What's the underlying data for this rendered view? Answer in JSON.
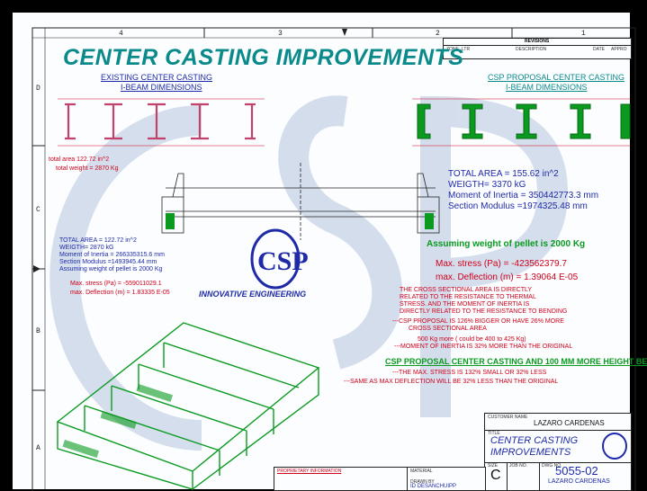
{
  "title": "CENTER CASTING IMPROVEMENTS",
  "zones": {
    "cols": [
      "4",
      "3",
      "2",
      "1"
    ],
    "rows": [
      "D",
      "C",
      "B",
      "A"
    ]
  },
  "revisions": {
    "header": "REVISIONS",
    "cols": [
      "ZONE",
      "LTR",
      "DESCRIPTION",
      "DATE",
      "APPRO"
    ]
  },
  "existing": {
    "heading1": "EXISTING CENTER CASTING",
    "heading2": "I-BEAM DIMENSIONS",
    "total_area_note": "total area 122.72 in^2",
    "total_weight_note": "total weight = 2870 Kg",
    "props": [
      "TOTAL AREA = 122.72 in^2",
      "WEIGTH= 2870 kG",
      "Moment of Inertia = 266335315.6 mm",
      "Section Modulus =1493945.44 mm",
      "Assuming weight of pellet is 2000 Kg"
    ],
    "stress": "Max. stress (Pa) = -559011029.1",
    "deflection": "max. Deflection (m) = 1.83335 E-05"
  },
  "proposal": {
    "heading1": "CSP PROPOSAL CENTER CASTING",
    "heading2": "I-BEAM DIMENSIONS",
    "total_area": "TOTAL AREA = 155.62 in^2",
    "weight": "WEIGTH= 3370 kG",
    "moment": "Moment of Inertia = 350442773.3 mm",
    "modulus": "Section Modulus =1974325.48 mm",
    "pellet": "Assuming weight of pellet is 2000 Kg",
    "stress": "Max. stress (Pa) = -423562379.7",
    "deflection": "max. Deflection (m) = 1.39064 E-05"
  },
  "notes": [
    "THE CROSS SECTIONAL AREA IS DIRECTLY",
    "RELATED TO THE RESISTANCE TO THERMAL",
    "STRESS.  AND THE MOMENT OF INERTIA IS",
    "DIRECTLY RELATED TO THE RESISTANCE TO BENDING",
    "---CSP PROPOSAL IS 126% BIGGER OR HAVE 26% MORE",
    "CROSS SECTIONAL AREA",
    "500 Kg more ( could be 400 to 425 Kg)",
    "---MOMENT OF INERTIA IS 32% MORE THAN THE ORIGINAL"
  ],
  "proposal_height": {
    "heading": "CSP PROPOSAL CENTER CASTING AND 100 MM MORE HEIGHT BE",
    "lines": [
      "---THE MAX. STRESS IS 132% SMALL OR 32% LESS",
      "---SAME AS MAX DEFLECTION WILL BE 32% LESS THAN THE ORIGINAL"
    ]
  },
  "logo": {
    "letters": "CSP",
    "tagline": "INNOVATIVE ENGINEERING"
  },
  "title_block": {
    "customer_caption": "CUSTOMER NAME",
    "customer": "LAZARO CARDENAS",
    "title_caption": "TITLE",
    "title_line1": "CENTER CASTING",
    "title_line2": "IMPROVEMENTS",
    "size_caption": "SIZE",
    "size": "C",
    "job_caption": "JOB NO.",
    "dwg_caption": "DWG NO.",
    "dwg_no": "5055-02",
    "dwg_sub": "LAZARO CARDENAS",
    "material_caption": "MATERIAL",
    "drawn_caption": "DRAWN BY",
    "drawn_by": "ID DESANCHUIPP",
    "disclaimer_title": "PROPRIETARY INFORMATION"
  },
  "colors": {
    "teal": "#0a8a8a",
    "red": "#d0021b",
    "blue": "#1f2aa8",
    "green": "#0a9a20",
    "pink": "#c1426a"
  }
}
